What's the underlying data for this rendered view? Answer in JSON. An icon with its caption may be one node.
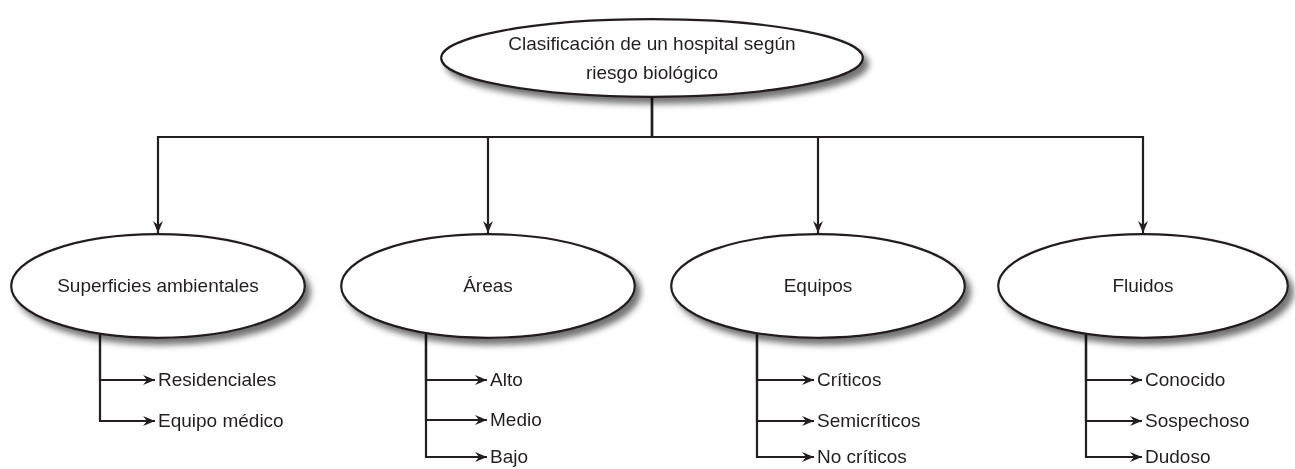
{
  "diagram": {
    "nodes": [
      {
        "text": [
          "Clasificación de un hospital según riesgo biológico"
        ]
      },
      {
        "text": [
          "Superficies ambientales"
        ]
      },
      {
        "text": [
          "Áreas"
        ]
      },
      {
        "text": [
          "Equipos"
        ]
      },
      {
        "text": [
          "Fluidos"
        ]
      },
      {
        "text": [
          "Residenciales"
        ]
      },
      {
        "text": [
          "Equipo médico"
        ]
      },
      {
        "text": [
          "Alto"
        ]
      },
      {
        "text": [
          "Medio"
        ]
      },
      {
        "text": [
          "Bajo"
        ]
      },
      {
        "text": [
          "Críticos"
        ]
      },
      {
        "text": [
          "Semicríticos"
        ]
      },
      {
        "text": [
          "No críticos"
        ]
      },
      {
        "text": [
          "Conocido"
        ]
      },
      {
        "text": [
          "Sospechoso"
        ]
      },
      {
        "text": [
          "Dudoso"
        ]
      }
    ],
    "edges": [
      {
        "from": 0,
        "to": 1,
        "arrow": "to"
      },
      {
        "from": 0,
        "to": 2,
        "arrow": "to"
      },
      {
        "from": 0,
        "to": 3,
        "arrow": "to"
      },
      {
        "from": 0,
        "to": 4,
        "arrow": "to"
      },
      {
        "from": 1,
        "to": 5,
        "arrow": "to"
      },
      {
        "from": 1,
        "to": 6,
        "arrow": "to"
      },
      {
        "from": 2,
        "to": 7,
        "arrow": "to"
      },
      {
        "from": 2,
        "to": 8,
        "arrow": "to"
      },
      {
        "from": 2,
        "to": 9,
        "arrow": "to"
      },
      {
        "from": 3,
        "to": 10,
        "arrow": "to"
      },
      {
        "from": 3,
        "to": 11,
        "arrow": "to"
      },
      {
        "from": 3,
        "to": 12,
        "arrow": "to"
      },
      {
        "from": 4,
        "to": 13,
        "arrow": "to"
      },
      {
        "from": 4,
        "to": 14,
        "arrow": "to"
      },
      {
        "from": 4,
        "to": 15,
        "arrow": "to"
      }
    ]
  }
}
